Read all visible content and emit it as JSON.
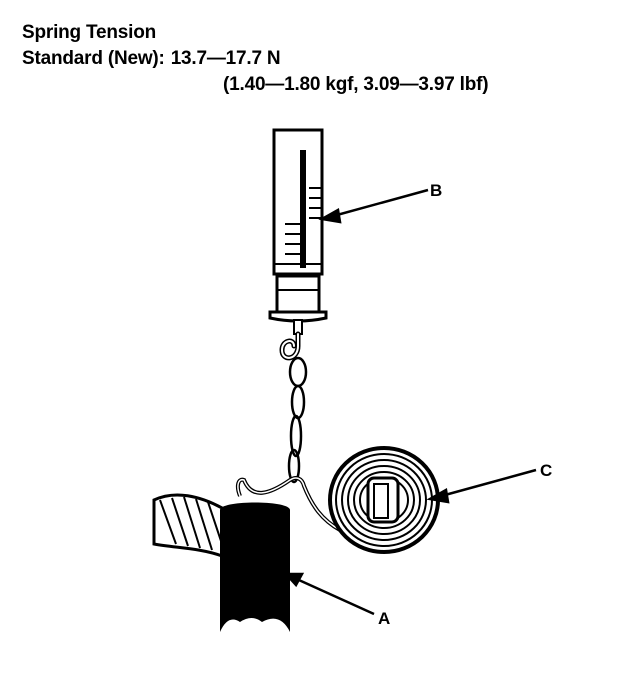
{
  "spec": {
    "title": "Spring Tension",
    "standard_label": "Standard (New):",
    "standard_value": "13.7—17.7 N",
    "alt_value": "(1.40—1.80 kgf, 3.09—3.97 lbf)"
  },
  "callouts": {
    "a": "A",
    "b": "B",
    "c": "C"
  }
}
